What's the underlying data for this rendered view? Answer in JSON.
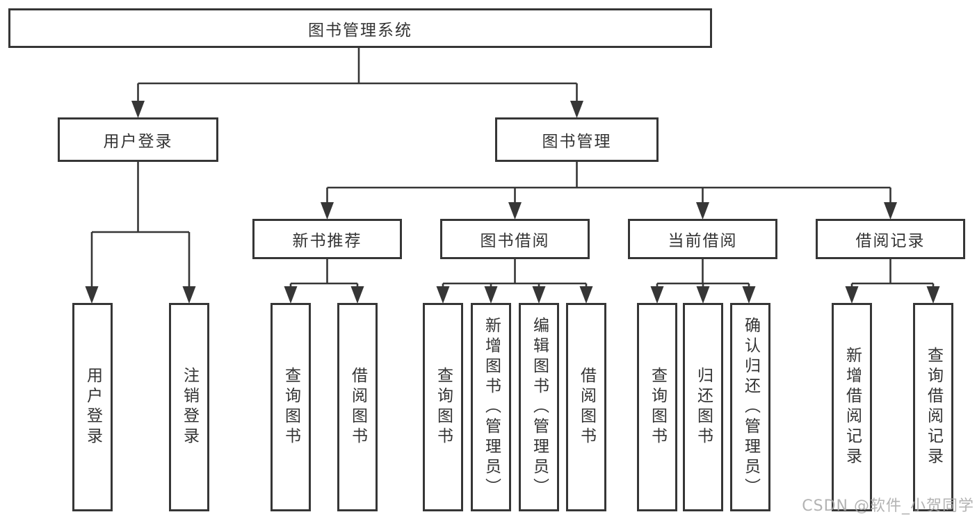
{
  "diagram": {
    "root": {
      "label": "图书管理系统",
      "children": [
        {
          "label": "用户登录",
          "children": [
            {
              "label": "用户登录"
            },
            {
              "label": "注销登录"
            }
          ]
        },
        {
          "label": "图书管理",
          "children": [
            {
              "label": "新书推荐",
              "children": [
                {
                  "label": "查询图书"
                },
                {
                  "label": "借阅图书"
                }
              ]
            },
            {
              "label": "图书借阅",
              "children": [
                {
                  "label": "查询图书"
                },
                {
                  "label": "新增图书（管理员）"
                },
                {
                  "label": "编辑图书（管理员）"
                },
                {
                  "label": "借阅图书"
                }
              ]
            },
            {
              "label": "当前借阅",
              "children": [
                {
                  "label": "查询图书"
                },
                {
                  "label": "归还图书"
                },
                {
                  "label": "确认归还（管理员）"
                }
              ]
            },
            {
              "label": "借阅记录",
              "children": [
                {
                  "label": "新增借阅记录"
                },
                {
                  "label": "查询借阅记录"
                }
              ]
            }
          ]
        }
      ]
    }
  },
  "watermark": {
    "text": "CSDN @软件_小贺同学"
  },
  "colors": {
    "line": "#363636",
    "box_border": "#363636",
    "text": "#333333",
    "background": "#ffffff",
    "watermark": "#a8a8a8"
  }
}
